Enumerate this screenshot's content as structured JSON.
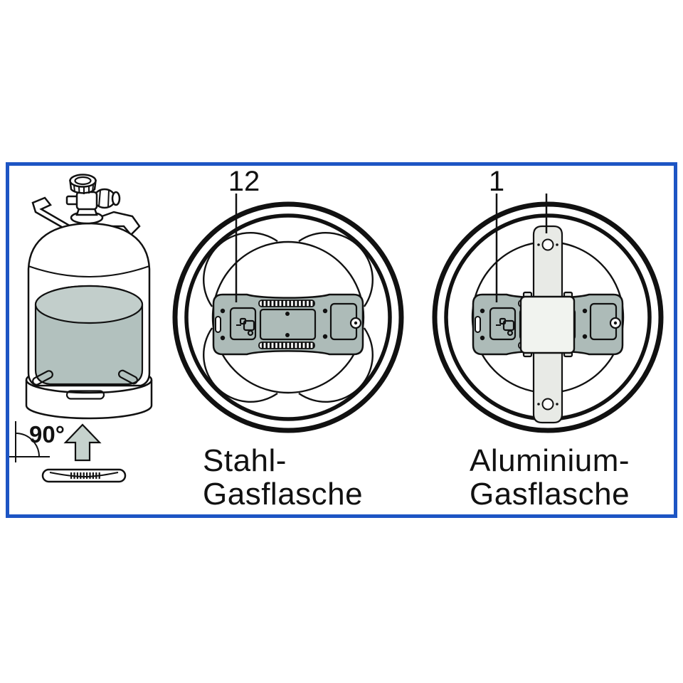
{
  "annotations": {
    "steel_callout": "12",
    "aluminium_callout": "1",
    "angle_label": "90°"
  },
  "captions": {
    "steel": [
      "Stahl-",
      "Gasflasche"
    ],
    "aluminium": [
      "Aluminium-",
      "Gasflasche"
    ]
  },
  "colors": {
    "frame": "#1d55c4",
    "ink": "#111111",
    "device_gray": "#adbbb8",
    "liquid": "#b2c1be",
    "liquid_surface": "#c2cecb",
    "arrow": "#c6d2cd",
    "adapter_bar": "#e8eae6",
    "adapter_plate": "#f1f3ef"
  }
}
